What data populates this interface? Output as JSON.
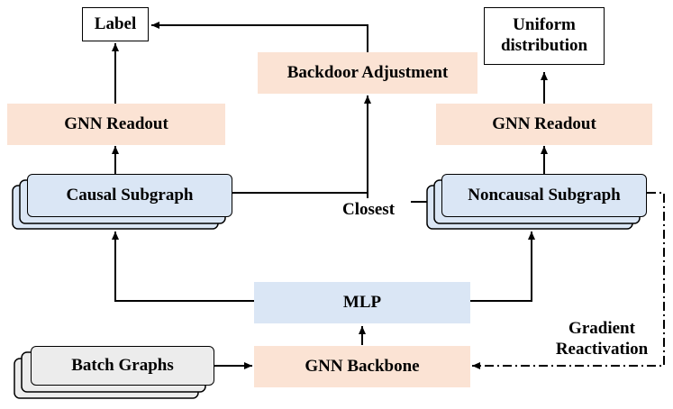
{
  "nodes": {
    "label": "Label",
    "uniform": "Uniform distribution",
    "backdoor": "Backdoor Adjustment",
    "readout_left": "GNN Readout",
    "readout_right": "GNN Readout",
    "causal": "Causal Subgraph",
    "noncausal": "Noncausal Subgraph",
    "mlp": "MLP",
    "backbone": "GNN Backbone",
    "batch": "Batch Graphs"
  },
  "edge_labels": {
    "closest": "Closest",
    "gradient": "Gradient Reactivation"
  },
  "colors": {
    "peach": "#fbe3d4",
    "blue": "#dae6f5",
    "gray": "#ececec",
    "line": "#000000"
  }
}
